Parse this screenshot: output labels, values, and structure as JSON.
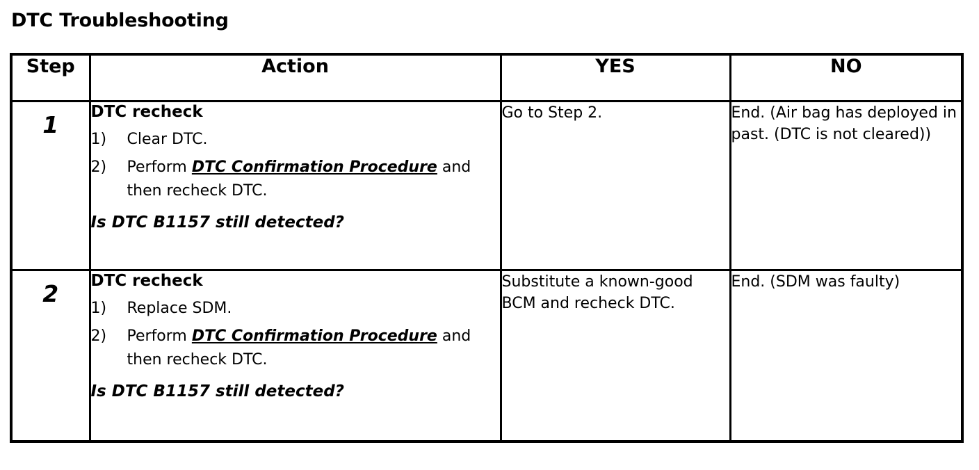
{
  "page": {
    "title": "DTC Troubleshooting"
  },
  "table": {
    "headers": {
      "step": "Step",
      "action": "Action",
      "yes": "YES",
      "no": "NO"
    },
    "rows": [
      {
        "step": "1",
        "action": {
          "heading": "DTC recheck",
          "items": [
            {
              "marker": "1)",
              "text_before": "Clear DTC.",
              "emphasis": "",
              "text_after": ""
            },
            {
              "marker": "2)",
              "text_before": "Perform ",
              "emphasis": "DTC Confirmation Procedure",
              "text_after": " and then recheck DTC."
            }
          ],
          "question": "Is DTC B1157 still detected?"
        },
        "yes": "Go to Step 2.",
        "no": "End. (Air bag has deployed in past. (DTC is not cleared))"
      },
      {
        "step": "2",
        "action": {
          "heading": "DTC recheck",
          "items": [
            {
              "marker": "1)",
              "text_before": "Replace SDM.",
              "emphasis": "",
              "text_after": ""
            },
            {
              "marker": "2)",
              "text_before": "Perform ",
              "emphasis": "DTC Confirmation Procedure",
              "text_after": " and then recheck DTC."
            }
          ],
          "question": "Is DTC B1157 still detected?"
        },
        "yes": "Substitute a known-good BCM and recheck DTC.",
        "no": "End. (SDM was faulty)"
      }
    ]
  },
  "colors": {
    "border": "#000000",
    "text": "#000000",
    "background": "#ffffff"
  }
}
